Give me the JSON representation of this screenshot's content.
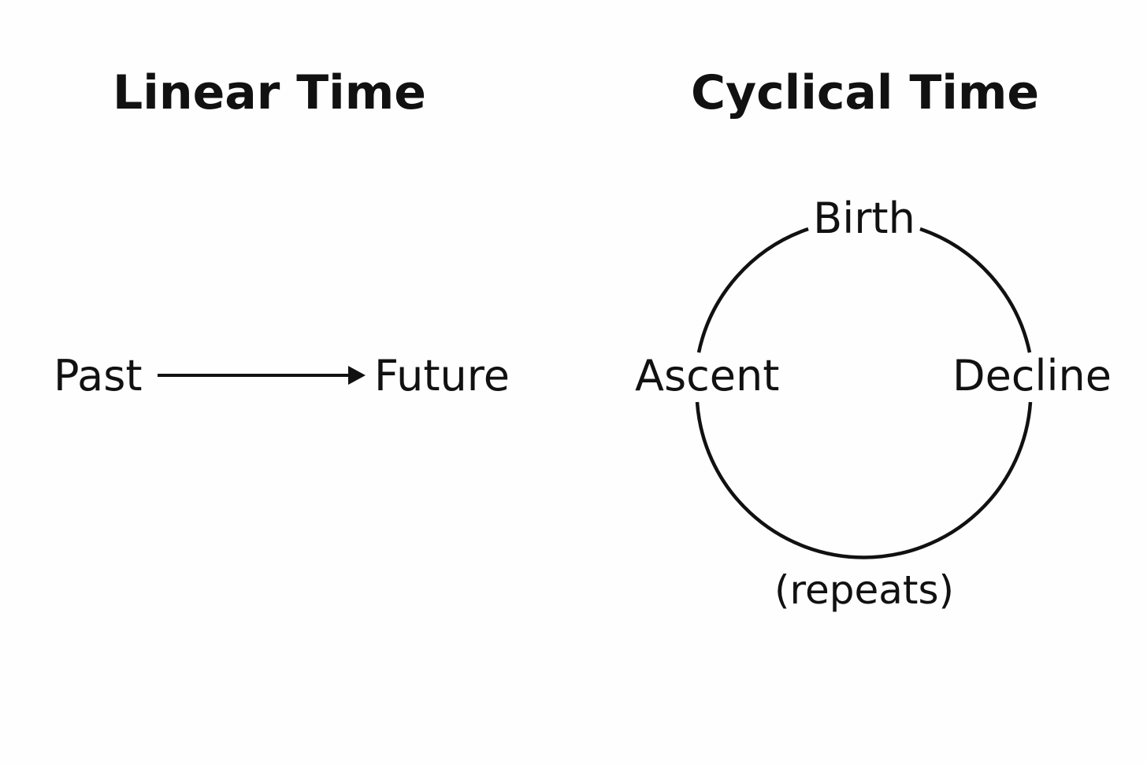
{
  "linear": {
    "title": "Linear Time",
    "start_label": "Past",
    "end_label": "Future"
  },
  "cyclical": {
    "title": "Cyclical Time",
    "top_label": "Birth",
    "left_label": "Ascent",
    "right_label": "Decline",
    "bottom_label": "(repeats)"
  }
}
